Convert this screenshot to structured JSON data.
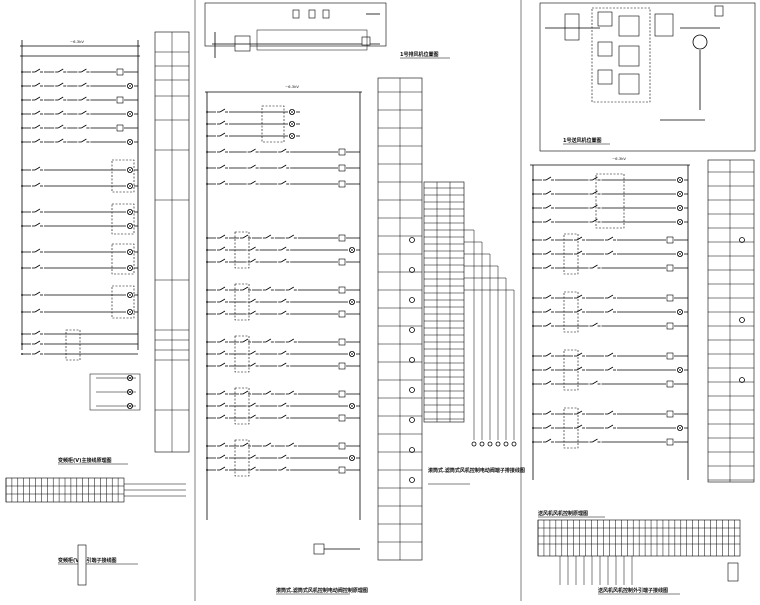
{
  "drawing": {
    "left_panel": {
      "top_voltage_label": "~6.3kV",
      "drawing_title": "变频柜(V)主接线原理图",
      "terminal_title": "变频柜(V)外引端子接线图"
    },
    "middle_panel": {
      "inset_title": "1号排风机位置图",
      "top_voltage_label": "~6.3kV",
      "drawing_title": "滚筒式.滤筒式风机控制电动阀控制原理图",
      "terminal_title": "滚筒式.滤筒式风机控制电动阀端子排接线图"
    },
    "right_panel": {
      "inset_title": "1号送风机位置图",
      "top_voltage_label": "~6.3kV",
      "drawing_title": "送风机风机控制原理图",
      "terminal_title": "送风机风机控制外引端子接线图"
    }
  },
  "colors": {
    "ink": "#000000",
    "paper": "#ffffff"
  }
}
